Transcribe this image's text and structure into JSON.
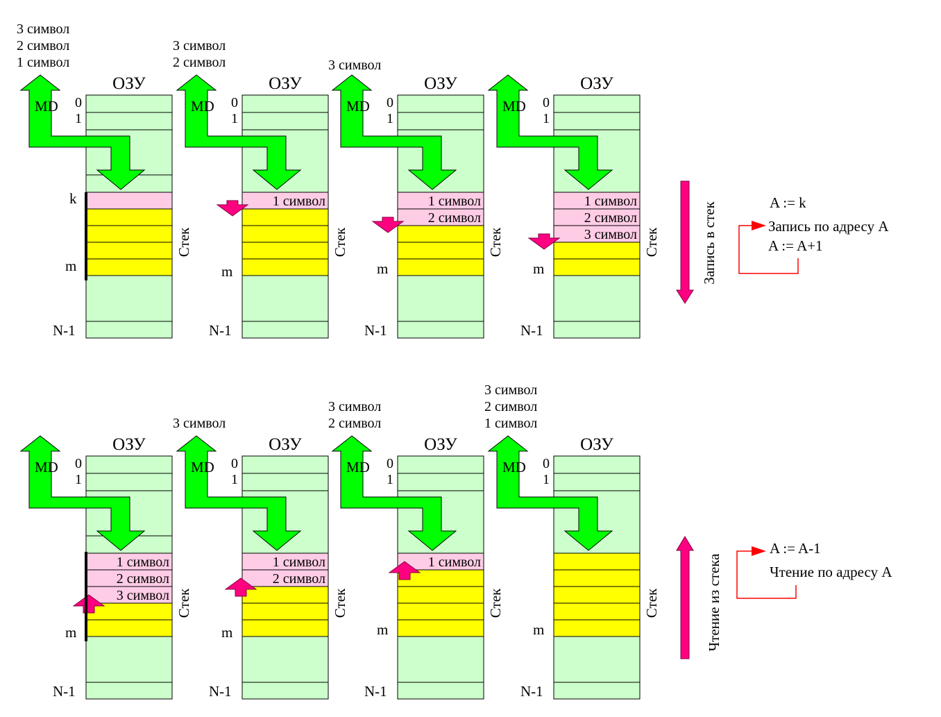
{
  "labels": {
    "ozu": "ОЗУ",
    "md": "MD",
    "addr0": "0",
    "addr1": "1",
    "k": "k",
    "m": "m",
    "n1": "N-1",
    "stack": "Стек"
  },
  "write_panels": [
    {
      "top": [
        "3 символ",
        "2 символ",
        "1 символ"
      ],
      "cells": []
    },
    {
      "top": [
        "3 символ",
        "2 символ"
      ],
      "cells": [
        "1 символ"
      ]
    },
    {
      "top": [
        "3 символ"
      ],
      "cells": [
        "1 символ",
        "2 символ"
      ]
    },
    {
      "top": [],
      "cells": [
        "1 символ",
        "2 символ",
        "3 символ"
      ]
    }
  ],
  "read_panels": [
    {
      "top": [],
      "cells": [
        "1 символ",
        "2 символ",
        "3 символ"
      ]
    },
    {
      "top": [
        "3 символ"
      ],
      "cells": [
        "1 символ",
        "2 символ"
      ]
    },
    {
      "top": [
        "3 символ",
        "2 символ"
      ],
      "cells": [
        "1 символ"
      ]
    },
    {
      "top": [
        "3 символ",
        "2 символ",
        "1 символ"
      ],
      "cells": []
    }
  ],
  "write_side": {
    "label": "Запись в стек",
    "lines": [
      "A := k",
      "Запись по адресу А",
      "A := A+1"
    ]
  },
  "read_side": {
    "label": "Чтение из стека",
    "lines": [
      "A := A-1",
      "Чтение по адресу А"
    ]
  },
  "colors": {
    "ram": "#ccffcc",
    "stack_pink": "#ffcce6",
    "stack_yellow": "#ffff00",
    "md_arrow": "#00ff00",
    "pointer_arrow": "#ff0080",
    "loop_line": "#ff0000"
  }
}
